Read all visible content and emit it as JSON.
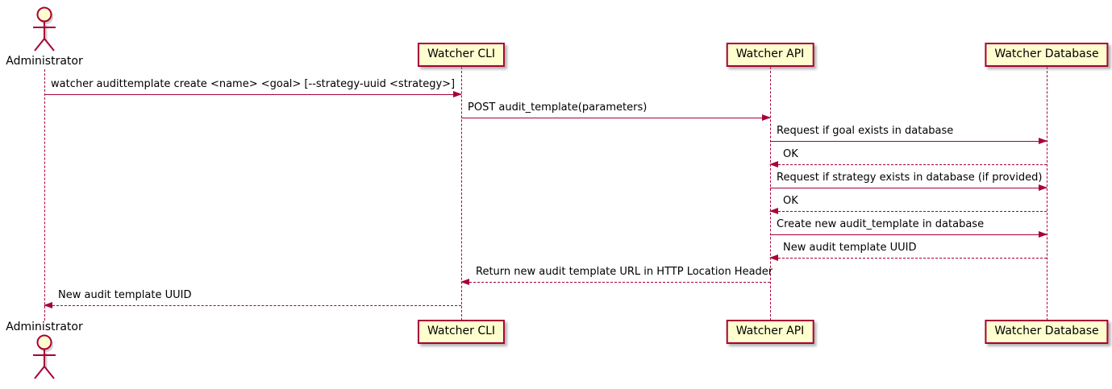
{
  "diagram": {
    "type": "plantuml-sequence",
    "colors": {
      "border": "#A80036",
      "arrow": "#A80036",
      "participant_fill": "#FEFECE",
      "text": "#000000",
      "background": "#FFFFFF"
    },
    "actors": [
      {
        "name": "Administrator"
      }
    ],
    "participants": [
      {
        "label": "Watcher CLI"
      },
      {
        "label": "Watcher API"
      },
      {
        "label": "Watcher Database"
      }
    ],
    "messages": [
      {
        "from": "Administrator",
        "to": "Watcher CLI",
        "style": "solid",
        "label": "watcher audittemplate create <name> <goal> [--strategy-uuid <strategy>]"
      },
      {
        "from": "Watcher CLI",
        "to": "Watcher API",
        "style": "solid",
        "label": "POST audit_template(parameters)"
      },
      {
        "from": "Watcher API",
        "to": "Watcher Database",
        "style": "solid",
        "label": "Request if goal exists in database"
      },
      {
        "from": "Watcher Database",
        "to": "Watcher API",
        "style": "dashed",
        "label": "OK"
      },
      {
        "from": "Watcher API",
        "to": "Watcher Database",
        "style": "solid",
        "label": "Request if strategy exists in database (if provided)"
      },
      {
        "from": "Watcher Database",
        "to": "Watcher API",
        "style": "dashed",
        "label": "OK"
      },
      {
        "from": "Watcher API",
        "to": "Watcher Database",
        "style": "solid",
        "label": "Create new audit_template in database"
      },
      {
        "from": "Watcher Database",
        "to": "Watcher API",
        "style": "dashed",
        "label": "New audit template UUID"
      },
      {
        "from": "Watcher API",
        "to": "Watcher CLI",
        "style": "dashed",
        "label": "Return new audit template URL in HTTP Location Header"
      },
      {
        "from": "Watcher CLI",
        "to": "Administrator",
        "style": "dashed",
        "label": "New audit template UUID"
      }
    ]
  }
}
